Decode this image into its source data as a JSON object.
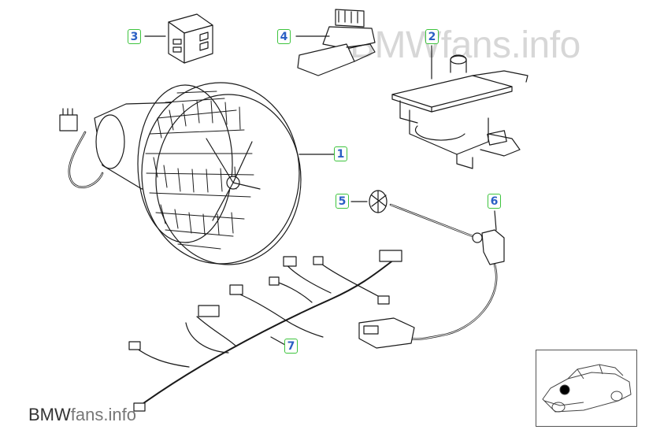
{
  "watermark": "BMWfans.info",
  "brand": {
    "bold": "BMW",
    "light": "fans.info"
  },
  "callouts": [
    "1",
    "2",
    "3",
    "4",
    "5",
    "6",
    "7"
  ],
  "line_color": "#1a1a1a",
  "callout_border_color": "#3ec43e",
  "callout_text_color": "#2a5fc4"
}
